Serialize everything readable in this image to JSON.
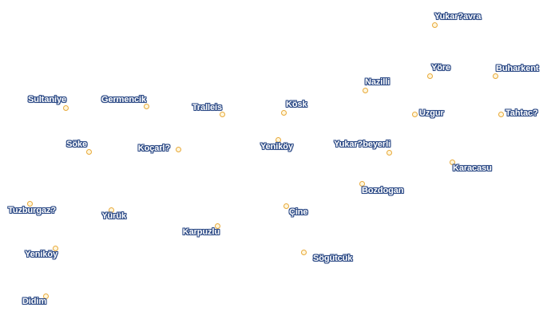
{
  "map": {
    "places": [
      {
        "id": "yukar-avra",
        "name": "Yukar?avra"
      },
      {
        "id": "yore",
        "name": "Yöre"
      },
      {
        "id": "buharkent",
        "name": "Buharkent"
      },
      {
        "id": "nazilli",
        "name": "Nazilli"
      },
      {
        "id": "sultaniye",
        "name": "Sultaniye"
      },
      {
        "id": "germencik",
        "name": "Germencik"
      },
      {
        "id": "tralleis",
        "name": "Tralleis"
      },
      {
        "id": "kosk",
        "name": "Kösk"
      },
      {
        "id": "uzgur",
        "name": "Uzgur"
      },
      {
        "id": "tahtac",
        "name": "Tahtac?"
      },
      {
        "id": "soke",
        "name": "Söke"
      },
      {
        "id": "kocarl",
        "name": "Koçarl?"
      },
      {
        "id": "yenikoy-1",
        "name": "Yeniköy"
      },
      {
        "id": "yukar-beyerli",
        "name": "Yukar?beyerli"
      },
      {
        "id": "karacasu",
        "name": "Karacasu"
      },
      {
        "id": "bozdogan",
        "name": "Bozdogan"
      },
      {
        "id": "tuzburgaz",
        "name": "Tuzburgaz?"
      },
      {
        "id": "yuruk",
        "name": "Yürük"
      },
      {
        "id": "cine",
        "name": "Çine"
      },
      {
        "id": "karpuzlu",
        "name": "Karpuzlu"
      },
      {
        "id": "yenikoy-2",
        "name": "Yeniköy"
      },
      {
        "id": "sogutcuk",
        "name": "Sögütcük"
      },
      {
        "id": "didim",
        "name": "Didim"
      }
    ]
  }
}
